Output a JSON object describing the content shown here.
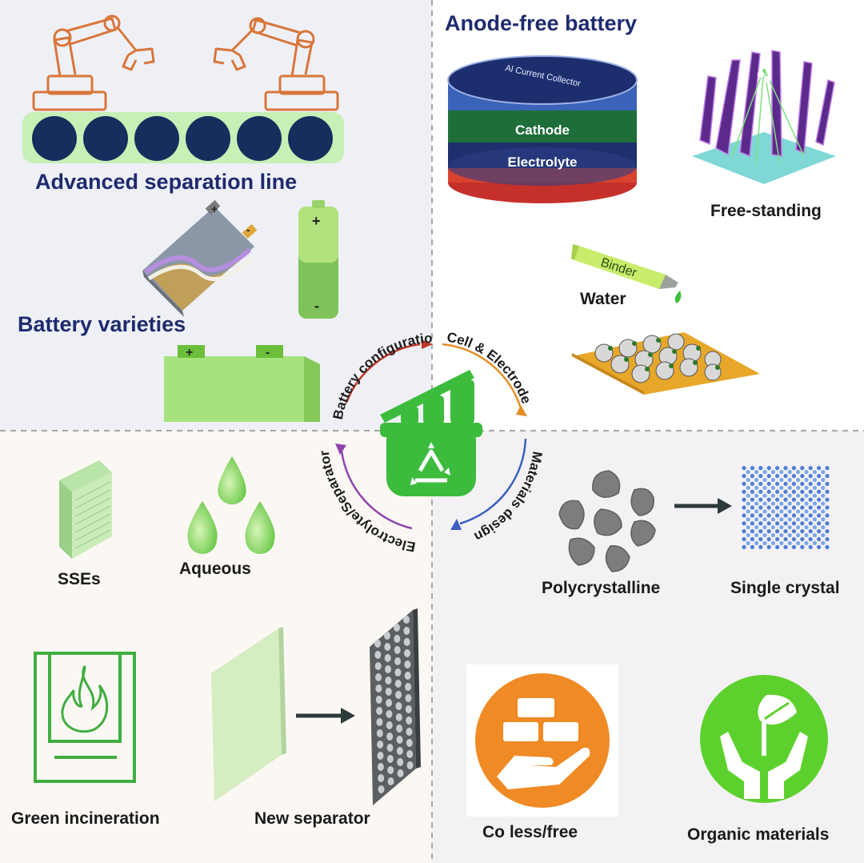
{
  "colors": {
    "navy_text": "#1f2a6e",
    "robot_orange": "#d9763a",
    "recycle_green": "#3dbb3d",
    "light_green": "#b7efa2",
    "co_orange": "#f08a24",
    "organic_green": "#5cd12e",
    "quadrant_tl": "#eef0f6",
    "quadrant_br": "#f3f1f4",
    "quadrant_bl": "#fbf8f4"
  },
  "top_left": {
    "separation_line_label": "Advanced separation line",
    "battery_varieties_label": "Battery varieties",
    "pouch_plus": "+",
    "pouch_minus": "-",
    "cylinder_plus": "+",
    "cylinder_minus": "-",
    "prism_plus": "+",
    "prism_minus": "-"
  },
  "top_right": {
    "anode_free_label": "Anode-free battery",
    "al_collector_label": "Al Current Collector",
    "cathode_label": "Cathode",
    "electrolyte_label": "Electrolyte",
    "free_standing_label": "Free-standing",
    "binder_label": "Binder",
    "water_label": "Water"
  },
  "center": {
    "ring_labels": {
      "battery_configuration": "Battery configuration",
      "cell_electrode": "Cell & Electrode",
      "materials_design": "Materials design",
      "electrolyte_separator": "Electrolyte/Separator"
    },
    "icon": "recycling-bin-icon"
  },
  "bottom_left": {
    "sses_label": "SSEs",
    "aqueous_label": "Aqueous",
    "green_incineration_label": "Green incineration",
    "new_separator_label": "New separator"
  },
  "bottom_right": {
    "polycrystalline_label": "Polycrystalline",
    "single_crystal_label": "Single crystal",
    "co_label": "Co less/free",
    "organic_label": "Organic materials"
  }
}
